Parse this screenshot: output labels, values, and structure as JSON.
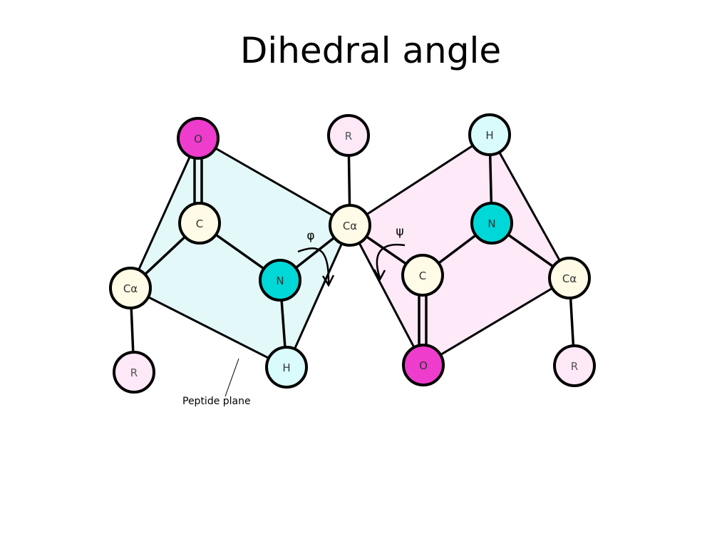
{
  "title": "Dihedral angle",
  "caption": "Peptide plane",
  "phi_label": "φ",
  "psi_label": "ψ",
  "colors": {
    "oxygen": "#ee3ccd",
    "nitrogen": "#00d8d8",
    "carbon": "#fffbe6",
    "hydrogen": "#d9fbfc",
    "residue": "#fde8f8",
    "plane_left": "#e3f8f8",
    "plane_right": "#fde9f8"
  },
  "atoms": {
    "o_left": "O",
    "c_left": "C",
    "ca_left": "Cα",
    "r_left": "R",
    "n_left": "N",
    "h_left": "H",
    "ca_center": "Cα",
    "r_center": "R",
    "c_right": "C",
    "o_right": "O",
    "n_right": "N",
    "h_right": "H",
    "ca_right": "Cα",
    "r_right": "R"
  }
}
